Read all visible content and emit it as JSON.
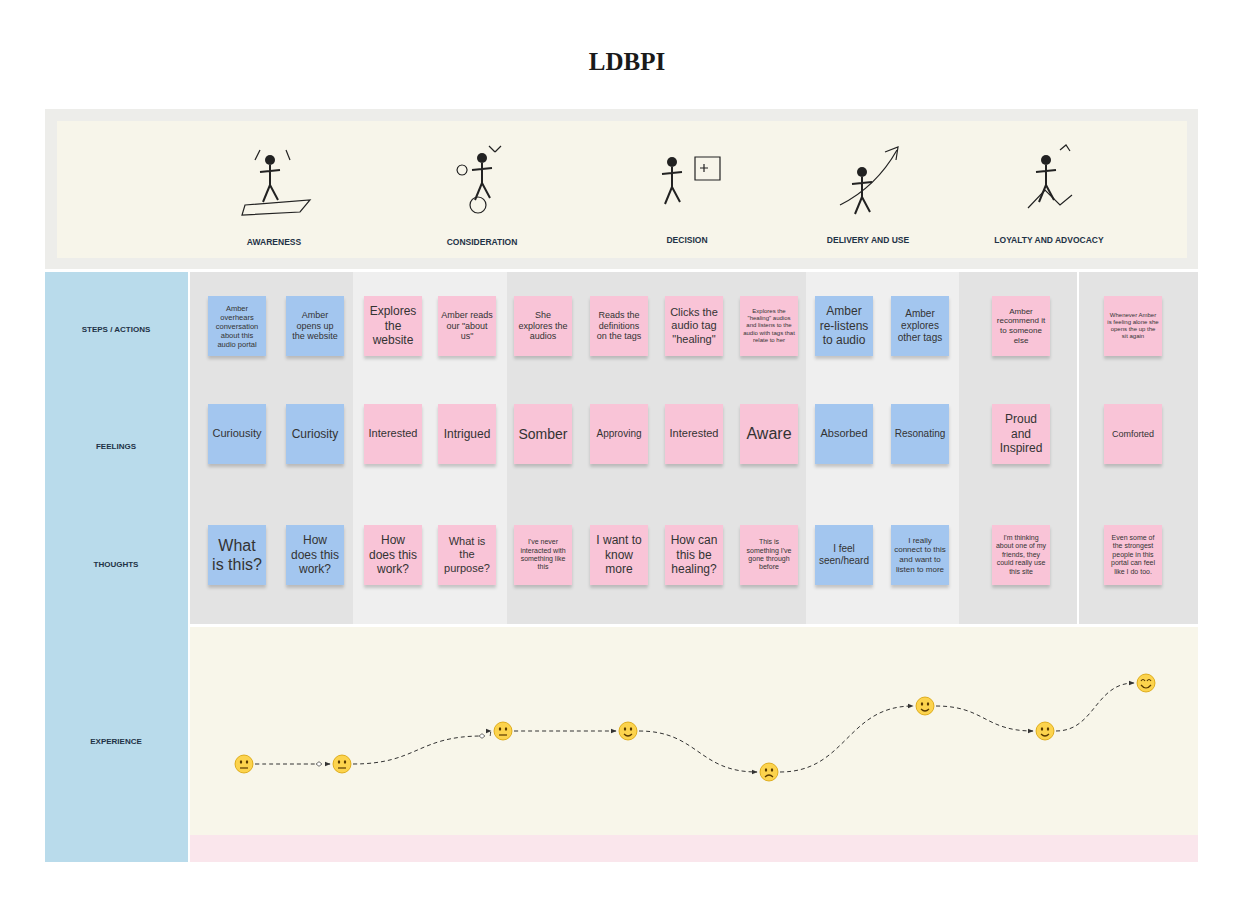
{
  "diagram": {
    "title": "LDBPI",
    "nodes": [
      {
        "text": [
          "Amber overhears conversation about this audio portal"
        ]
      },
      {
        "text": [
          "Amber opens up the website"
        ]
      },
      {
        "text": [
          "Explores the website"
        ]
      },
      {
        "text": [
          "Amber reads our \"about us\""
        ]
      },
      {
        "text": [
          "She explores the audios"
        ]
      },
      {
        "text": [
          "Reads the definitions on the tags"
        ]
      },
      {
        "text": [
          "Clicks the audio tag \"healing\""
        ]
      },
      {
        "text": [
          "Explores the \"healing\" audios and listens to the audio with tags that relate to her"
        ]
      },
      {
        "text": [
          "Amber re-listens to audio"
        ]
      },
      {
        "text": [
          "Amber explores other tags"
        ]
      },
      {
        "text": [
          "Amber recommend it to someone else"
        ]
      },
      {
        "text": [
          "Whenever Amber is feeling alone she opens the up the sit again"
        ]
      },
      {
        "text": [
          "Curiousity"
        ]
      },
      {
        "text": [
          "Curiosity"
        ]
      },
      {
        "text": [
          "Interested"
        ]
      },
      {
        "text": [
          "Intrigued"
        ]
      },
      {
        "text": [
          "Somber"
        ]
      },
      {
        "text": [
          "Approving"
        ]
      },
      {
        "text": [
          "Interested"
        ]
      },
      {
        "text": [
          "Aware"
        ]
      },
      {
        "text": [
          "Absorbed"
        ]
      },
      {
        "text": [
          "Resonating"
        ]
      },
      {
        "text": [
          "Proud and Inspired"
        ]
      },
      {
        "text": [
          "Comforted"
        ]
      },
      {
        "text": [
          "What is this?"
        ]
      },
      {
        "text": [
          "How does this work?"
        ]
      },
      {
        "text": [
          "How does this work?"
        ]
      },
      {
        "text": [
          "What is the purpose?"
        ]
      },
      {
        "text": [
          "I've never interacted with something like this"
        ]
      },
      {
        "text": [
          "I want to know more"
        ]
      },
      {
        "text": [
          "How can this be healing?"
        ]
      },
      {
        "text": [
          "This is something I've gone through before"
        ]
      },
      {
        "text": [
          "I feel seen/heard"
        ]
      },
      {
        "text": [
          "I really connect to this and want to listen to more"
        ]
      },
      {
        "text": [
          "I'm thinking about one of my friends, they could really use this site"
        ]
      },
      {
        "text": [
          "Even some of the strongest people in this portal can feel like I do too."
        ]
      }
    ],
    "labels": [
      "AWARENESS",
      "CONSIDERATION",
      "DECISION",
      "DELIVERY AND USE",
      "LOYALTY AND ADVOCACY",
      "STEPS / ACTIONS",
      "FEELINGS",
      "THOUGHTS",
      "EXPERIENCE"
    ]
  }
}
